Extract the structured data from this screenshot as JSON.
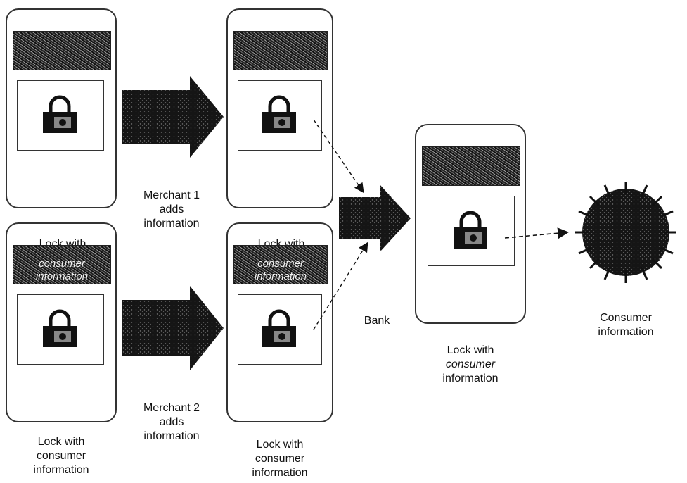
{
  "merchant1": {
    "line1": "Merchant 1",
    "line2": "adds",
    "line3": "information"
  },
  "merchant2": {
    "line1": "Merchant 2",
    "line2": "adds",
    "line3": "information"
  },
  "bank": {
    "label": "Bank"
  },
  "bank_result": {
    "line1": "Lock with",
    "line2": "consumer",
    "line3": "information"
  },
  "consumer": {
    "line1": "Consumer",
    "line2": "information"
  },
  "bottom_left": {
    "line1": "Lock with",
    "line2": "consumer",
    "line3": "information"
  },
  "bottom_mid": {
    "line1": "Lock with",
    "line2": "consumer",
    "line3": "information"
  },
  "card_bottom_left_caption": {
    "line1": "Lock with",
    "line2": "consumer",
    "line3": "information"
  },
  "card_bottom_mid_caption": {
    "line1": "Lock with",
    "line2": "consumer",
    "line3": "information"
  },
  "colors": {
    "ink": "#111111",
    "arrow": "#1a1a1a",
    "card_border": "#333333"
  }
}
